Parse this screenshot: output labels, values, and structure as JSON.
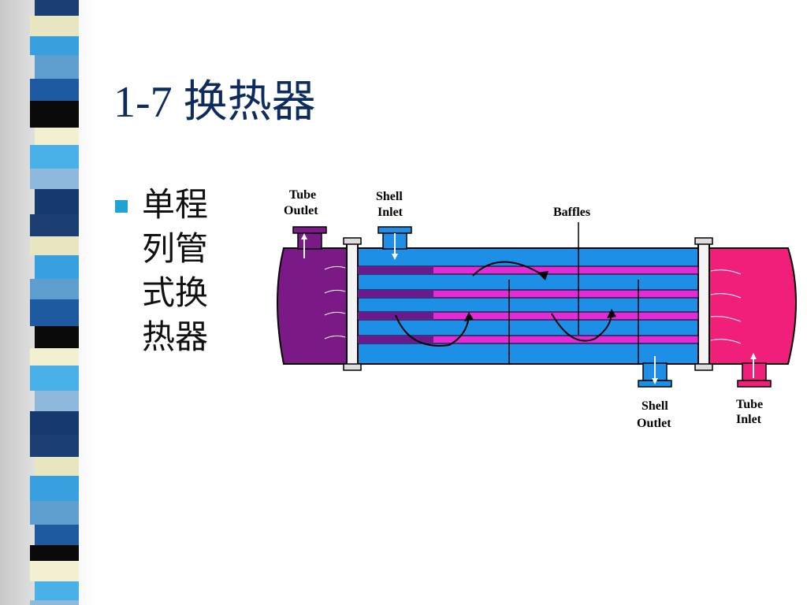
{
  "slide": {
    "title": "1-7 换热器",
    "bullet": "单程列管式换热器"
  },
  "diagram": {
    "labels": {
      "tube_outlet": [
        "Tube",
        "Outlet"
      ],
      "shell_inlet": [
        "Shell",
        "Inlet"
      ],
      "baffles": "Baffles",
      "shell_outlet": [
        "Shell",
        "Outlet"
      ],
      "tube_inlet": [
        "Tube",
        "Inlet"
      ]
    },
    "colors": {
      "shell_fluid": "#1e8fe6",
      "tube_outlet_head": "#7b1a86",
      "tube_inlet_head": "#f0207a",
      "tube_hot": "#e32bd8",
      "tube_cold": "#6a1a8a"
    }
  },
  "side_strip": {
    "colors": [
      "#1b3f73",
      "#5f9fcf",
      "#f2f0d0",
      "#163a6e",
      "#39a0e0",
      "#0a0a0a",
      "#8fb8dd",
      "#e8e6c0",
      "#1d5aa0",
      "#4ab0e8"
    ]
  }
}
